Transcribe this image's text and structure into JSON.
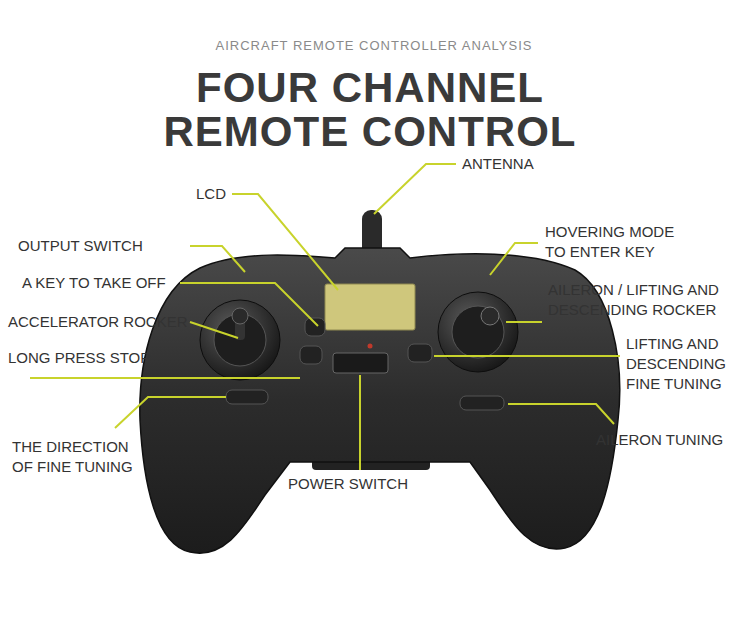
{
  "diagram": {
    "title": "FOUR CHANNEL REMOTE CONTROL",
    "labels": [
      "AIRCRAFT REMOTE CONTROLLER ANALYSIS",
      "ANTENNA",
      "LCD",
      "OUTPUT SWITCH",
      "HOVERING MODE TO ENTER KEY",
      "A KEY TO TAKE OFF",
      "AILERON / LIFTING AND DESCENDING ROCKER",
      "ACCELERATOR ROCKER",
      "LIFTING AND DESCENDING FINE TUNING",
      "LONG PRESS STOP",
      "AILERON TUNING",
      "THE DIRECTION OF FINE TUNING",
      "POWER SWITCH"
    ]
  }
}
